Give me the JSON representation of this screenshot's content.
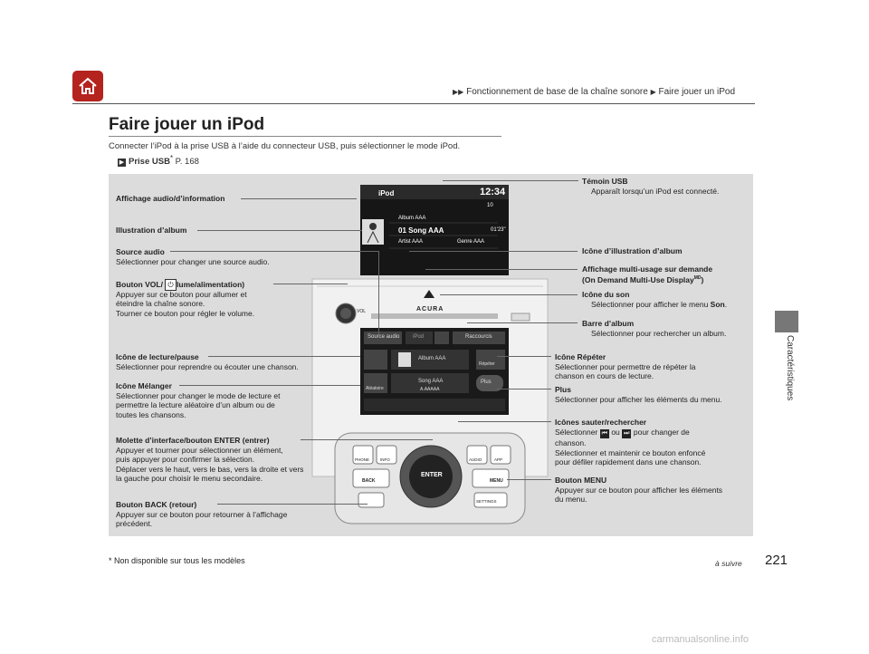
{
  "header": {
    "breadcrumb_1": "Fonctionnement de base de la chaîne sonore",
    "breadcrumb_2": "Faire jouer un iPod"
  },
  "title": "Faire jouer un iPod",
  "intro": "Connecter l’iPod à la prise USB à l’aide du connecteur USB, puis sélectionner le mode iPod.",
  "xref": {
    "label": "Prise USB",
    "star": "*",
    "page": " P. 168"
  },
  "side_label": "Caractéristiques",
  "screen": {
    "source_label": "iPod",
    "clock": "12:34",
    "album": "Album AAA",
    "song": "01 Song AAA",
    "time": "01'23\"",
    "artist": "Artist AAA",
    "genre": "Genre AAA",
    "track_no": "10",
    "lower_source": "Source audio",
    "lower_ipod": "iPod",
    "lower_shortcut": "Raccourcis",
    "lower_album": "Album AAA",
    "lower_song": "Song AAA",
    "lower_artist": "A.AAAAA",
    "repeat": "Répéter",
    "shuffle": "Aléatoire",
    "plus": "Plus",
    "brand": "ACURA",
    "vol": "VOL"
  },
  "console": {
    "phone": "PHONE",
    "info": "INFO",
    "audio": "AUDIO",
    "app": "APP",
    "enter": "ENTER",
    "back": "BACK",
    "menu": "MENU",
    "settings": "SETTINGS"
  },
  "labels": {
    "l1": "Affichage audio/d’information",
    "l2": "Illustration d’album",
    "l3_t": "Source audio",
    "l3_d": "Sélectionner pour changer une source audio.",
    "l4_t": "Bouton VOL/  (volume/alimentation)",
    "l4_d1": "Appuyer sur ce bouton pour allumer et",
    "l4_d2": "éteindre la chaîne sonore.",
    "l4_d3": "Tourner ce bouton pour régler le volume.",
    "l5_t": "Icône de lecture/pause",
    "l5_d": "Sélectionner pour reprendre ou écouter une chanson.",
    "l6_t": "Icône Mélanger",
    "l6_d1": "Sélectionner pour changer le mode de lecture et",
    "l6_d2": "permettre la lecture aléatoire d’un album ou de",
    "l6_d3": "toutes les chansons.",
    "l7_t": "Molette d’interface/bouton ENTER (entrer)",
    "l7_d1": "Appuyer et tourner pour sélectionner un élément,",
    "l7_d2": "puis appuyer pour confirmer la sélection.",
    "l7_d3": "Déplacer vers le haut, vers le bas, vers la droite et vers",
    "l7_d4": "la gauche pour choisir le menu secondaire.",
    "l8_t": "Bouton BACK (retour)",
    "l8_d1": "Appuyer sur ce bouton pour retourner à l’affichage",
    "l8_d2": "précédent.",
    "r1_t": "Témoin USB",
    "r1_d": "Apparaît lorsqu’un iPod est connecté.",
    "r2": "Icône d’illustration d’album",
    "r3_t1": "Affichage multi-usage sur demande",
    "r3_t2": "(On Demand Multi-Use Display",
    "r3_sup": "MD",
    "r3_t3": ")",
    "r4_t": "Icône du son",
    "r4_d": "Sélectionner pour afficher le menu ",
    "r4_b": "Son",
    "r4_e": ".",
    "r5_t": "Barre d’album",
    "r5_d": "Sélectionner pour rechercher un album.",
    "r6_t": "Icône Répéter",
    "r6_d1": "Sélectionner pour permettre de répéter la",
    "r6_d2": "chanson en cours de lecture.",
    "r7_t": "Plus",
    "r7_d": "Sélectionner pour afficher les éléments du menu.",
    "r8_t": "Icônes sauter/rechercher",
    "r8_d1a": "Sélectionner",
    "r8_d1b": "ou",
    "r8_d1c": "pour changer de",
    "r8_d2": "chanson.",
    "r8_d3": "Sélectionner et maintenir ce bouton enfoncé",
    "r8_d4": "pour défiler rapidement dans une chanson.",
    "r9_t": "Bouton MENU",
    "r9_d1": "Appuyer sur ce bouton pour afficher les éléments",
    "r9_d2": "du menu."
  },
  "footer": {
    "footnote": "* Non disponible sur tous les modèles",
    "continued": "à suivre",
    "page_number": "221",
    "watermark": "carmanualsonline.info"
  },
  "colors": {
    "home": "#b5231f",
    "panel": "#dcdcdc",
    "screen": "#111111"
  }
}
